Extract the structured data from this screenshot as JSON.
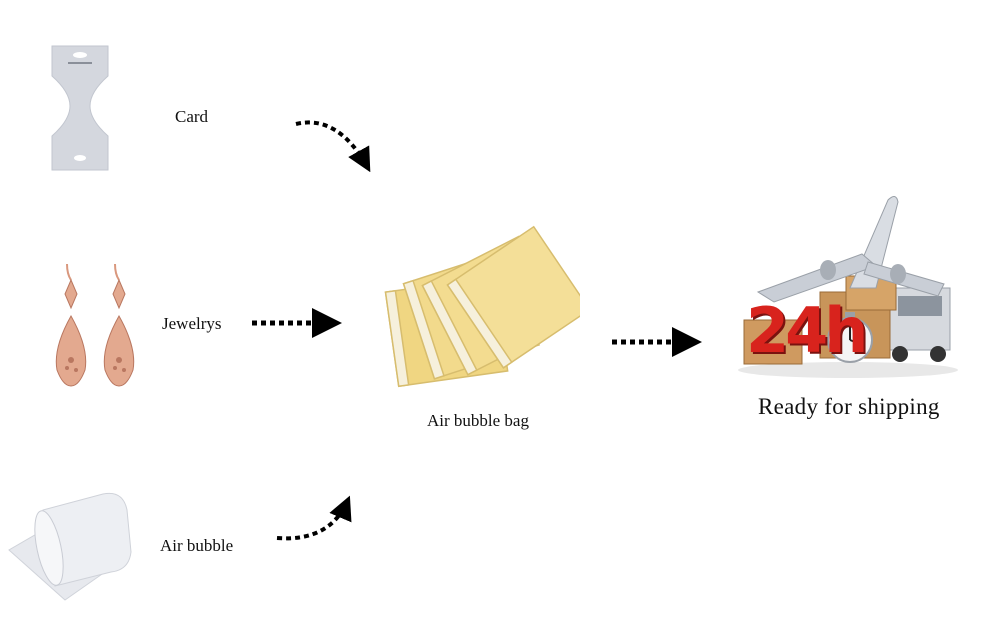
{
  "items": {
    "card": {
      "label": "Card"
    },
    "jewelry": {
      "label": "Jewelrys"
    },
    "bubble": {
      "label": "Air bubble"
    }
  },
  "center": {
    "label": "Air bubble bag"
  },
  "result": {
    "label": "Ready for shipping",
    "badge_text": "24h"
  },
  "colors": {
    "card_gray": "#d4d7de",
    "rose_gold": "#d9987e",
    "envelope_yellow": "#f1d98b",
    "badge_red": "#d8231d",
    "arrow": "#000000"
  }
}
